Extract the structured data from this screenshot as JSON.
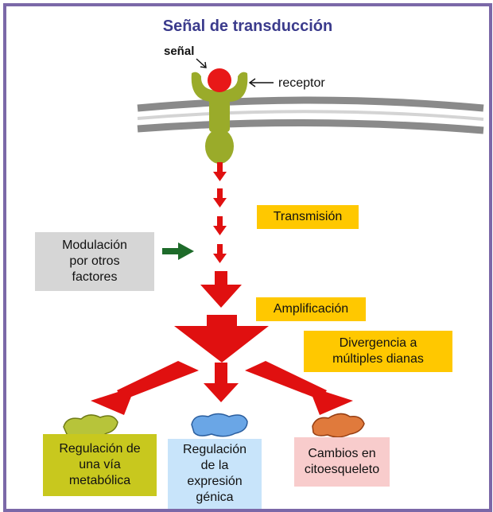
{
  "title": "Señal de transducción",
  "labels": {
    "signal": "señal",
    "receptor": "receptor"
  },
  "steps": {
    "transmission": "Transmisión",
    "modulation": [
      "Modulación",
      "por otros",
      "factores"
    ],
    "amplification": "Amplificación",
    "divergence": [
      "Divergencia a",
      "múltiples dianas"
    ]
  },
  "outcomes": {
    "metabolic": [
      "Regulación de",
      "una vía",
      "metabólica"
    ],
    "gene_expression": [
      "Regulación",
      "de la",
      "expresión",
      "génica"
    ],
    "cytoskeleton": [
      "Cambios en",
      "citoesqueleto"
    ]
  },
  "colors": {
    "frame": "#7b68a8",
    "title": "#3b3b8c",
    "arrow_red": "#e01010",
    "receptor_green": "#9aab2a",
    "membrane": "#8a8a8a",
    "modulation_arrow": "#1e6b2a",
    "box_yellow": "#ffc800",
    "box_gray": "#d6d6d6",
    "box_olive": "#c8c81e",
    "box_lightblue": "#c8e4fa",
    "box_pink": "#f8cccc"
  }
}
